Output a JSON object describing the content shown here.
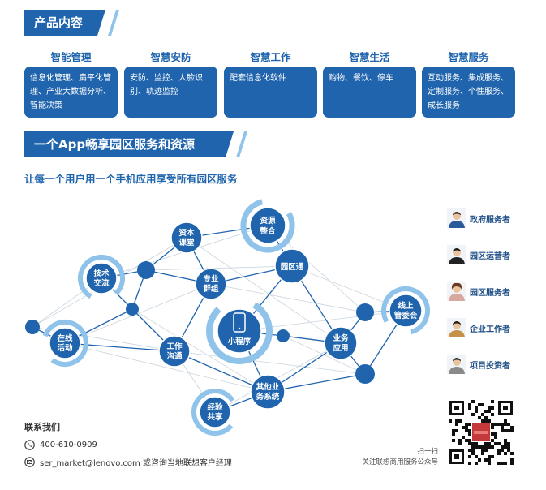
{
  "sections": {
    "product_title": "产品内容",
    "app_title": "一个App畅享园区服务和资源",
    "app_subtitle": "让每一个用户用一个手机应用享受所有园区服务"
  },
  "products": [
    {
      "title": "智能管理",
      "desc": "信息化管理、扁平化管理、产业大数据分析、智能决策"
    },
    {
      "title": "智慧安防",
      "desc": "安防、监控、人脸识别、轨迹监控"
    },
    {
      "title": "智慧工作",
      "desc": "配套信息化软件"
    },
    {
      "title": "智慧生活",
      "desc": "购物、餐饮、停车"
    },
    {
      "title": "智慧服务",
      "desc": "互动服务、集成服务、定制服务、个性服务、成长服务"
    }
  ],
  "nodes": {
    "capital": [
      "资本",
      "课堂"
    ],
    "resource": [
      "资源",
      "整合"
    ],
    "tech": [
      "技术",
      "交流"
    ],
    "pro": [
      "专业",
      "群组"
    ],
    "park": "园区通",
    "online": [
      "在线",
      "活动"
    ],
    "mini": "小程序",
    "work": [
      "工作",
      "沟通"
    ],
    "business": [
      "业务",
      "应用"
    ],
    "committee": [
      "线上",
      "管委会"
    ],
    "other": [
      "其他业",
      "务系统"
    ],
    "experience": [
      "经验",
      "共享"
    ]
  },
  "roles": [
    {
      "label": "政府服务者",
      "shirt": "#2a5a9a"
    },
    {
      "label": "园区运营者",
      "shirt": "#222222"
    },
    {
      "label": "园区服务者",
      "shirt": "#d8a8a0"
    },
    {
      "label": "企业工作者",
      "shirt": "#c7904a"
    },
    {
      "label": "项目投资者",
      "shirt": "#8a8a8a"
    }
  ],
  "contact": {
    "title": "联系我们",
    "phone": "400-610-0909",
    "email": "ser_market@lenovo.com 或咨询当地联想客户经理"
  },
  "qr": {
    "scan_label": "扫一扫",
    "follow_label": "关注联想商用服务公众号"
  },
  "colors": {
    "primary": "#1f64ad",
    "light": "#8fc3ea"
  }
}
